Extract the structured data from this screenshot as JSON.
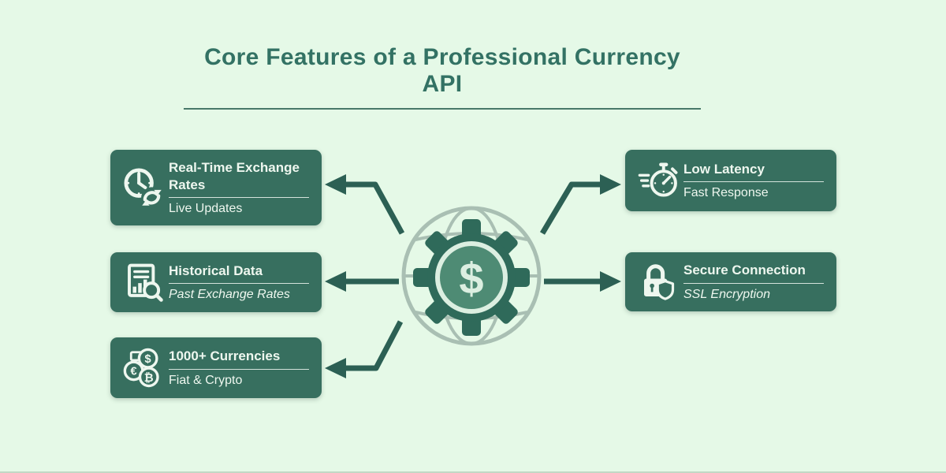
{
  "title": "Core Features of a Professional Currency API",
  "center": {
    "icon": "globe-gear-dollar-icon",
    "symbol": "$"
  },
  "features": [
    {
      "id": "realtime",
      "title": "Real-Time Exchange Rates",
      "subtitle": "Live Updates",
      "icon": "clock-refresh-icon",
      "side": "left"
    },
    {
      "id": "historical",
      "title": "Historical Data",
      "subtitle": "Past Exchange Rates",
      "icon": "chart-magnifier-icon",
      "side": "left"
    },
    {
      "id": "currencies",
      "title": "1000+ Currencies",
      "subtitle": "Fiat & Crypto",
      "icon": "currency-coins-icon",
      "side": "left"
    },
    {
      "id": "latency",
      "title": "Low Latency",
      "subtitle": "Fast Response",
      "icon": "stopwatch-icon",
      "side": "right"
    },
    {
      "id": "secure",
      "title": "Secure Connection",
      "subtitle": "SSL Encryption",
      "icon": "lock-shield-icon",
      "side": "right"
    }
  ],
  "colors": {
    "background": "#e5f9e7",
    "box_fill": "#376f5f",
    "box_text": "#eef7ef",
    "title_text": "#337264",
    "arrow": "#2c6054",
    "globe_outline": "#a9bfb3",
    "gear": "#2f6a5a",
    "gear_disc": "#4e8b74",
    "gear_pale": "#dcefe1"
  }
}
